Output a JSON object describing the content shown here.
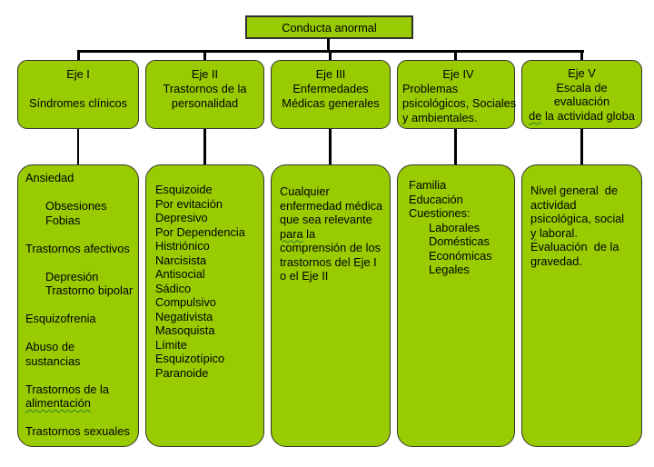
{
  "root_node": {
    "label": "Conducta anormal"
  },
  "colors": {
    "node_fill": "#99cc00",
    "node_border": "#333333",
    "connector": "#000000",
    "spellcheck_squiggle": "#2e7d32"
  },
  "columns": [
    {
      "id": "eje-i",
      "header_lines": [
        {
          "text": "Eje I"
        },
        {
          "text": ""
        },
        {
          "text": "Síndromes clínicos"
        }
      ],
      "body_lines": [
        {
          "text": "Ansiedad"
        },
        {
          "text": ""
        },
        {
          "text": "Obsesiones",
          "indent": 1
        },
        {
          "text": "Fobias",
          "indent": 1
        },
        {
          "text": ""
        },
        {
          "text": "Trastornos afectivos"
        },
        {
          "text": ""
        },
        {
          "text": "Depresión",
          "indent": 1
        },
        {
          "text": "Trastorno bipolar",
          "indent": 1
        },
        {
          "text": ""
        },
        {
          "text": "Esquizofrenia"
        },
        {
          "text": ""
        },
        {
          "text": "Abuso de"
        },
        {
          "text": "sustancias"
        },
        {
          "text": ""
        },
        {
          "text": "Trastornos de la"
        },
        {
          "text": "alimentación",
          "squiggle": "alimentación"
        },
        {
          "text": ""
        },
        {
          "text": "Trastornos sexuales"
        }
      ]
    },
    {
      "id": "eje-ii",
      "header_lines": [
        {
          "text": "Eje II"
        },
        {
          "text": "Trastornos de la"
        },
        {
          "text": "personalidad"
        }
      ],
      "body_lines": [
        {
          "text": "Esquizoide"
        },
        {
          "text": "Por evitación"
        },
        {
          "text": "Depresivo"
        },
        {
          "text": "Por Dependencia"
        },
        {
          "text": "Histriónico"
        },
        {
          "text": "Narcisista"
        },
        {
          "text": "Antisocial"
        },
        {
          "text": "Sádico"
        },
        {
          "text": "Compulsivo"
        },
        {
          "text": "Negativista"
        },
        {
          "text": "Masoquista"
        },
        {
          "text": "Límite"
        },
        {
          "text": "Esquizotípico"
        },
        {
          "text": "Paranoide"
        }
      ]
    },
    {
      "id": "eje-iii",
      "header_lines": [
        {
          "text": "Eje III"
        },
        {
          "text": "Enfermedades"
        },
        {
          "text": "Médicas generales"
        }
      ],
      "body_lines": [
        {
          "text": "Cualquier"
        },
        {
          "text": "enfermedad médica"
        },
        {
          "text": "que sea relevante"
        },
        {
          "text": "para la",
          "squiggle": "para"
        },
        {
          "text": "comprensión de los"
        },
        {
          "text": "trastornos del Eje I"
        },
        {
          "text": "o el Eje II"
        }
      ]
    },
    {
      "id": "eje-iv",
      "header_lines": [
        {
          "text": "Eje IV"
        },
        {
          "text": "Problemas",
          "align": "left"
        },
        {
          "text": "psicológicos, Sociales",
          "align": "left"
        },
        {
          "text": "y ambientales.",
          "align": "left"
        }
      ],
      "body_lines": [
        {
          "text": "Familia"
        },
        {
          "text": "Educación"
        },
        {
          "text": "Cuestiones:"
        },
        {
          "text": "Laborales",
          "indent": 1
        },
        {
          "text": "Domésticas",
          "indent": 1
        },
        {
          "text": "Económicas",
          "indent": 1
        },
        {
          "text": "Legales",
          "indent": 1
        }
      ]
    },
    {
      "id": "eje-v",
      "header_lines": [
        {
          "text": "Eje V"
        },
        {
          "text": "Escala de"
        },
        {
          "text": "evaluación"
        },
        {
          "text": "de la actividad globa",
          "squiggle": "de",
          "wide": 1
        }
      ],
      "body_lines": [
        {
          "text": "Nivel general  de"
        },
        {
          "text": "actividad"
        },
        {
          "text": "psicológica, social"
        },
        {
          "text": "y laboral.",
          "squiggle": "y"
        },
        {
          "text": "Evaluación  de la"
        },
        {
          "text": "gravedad."
        }
      ]
    }
  ]
}
